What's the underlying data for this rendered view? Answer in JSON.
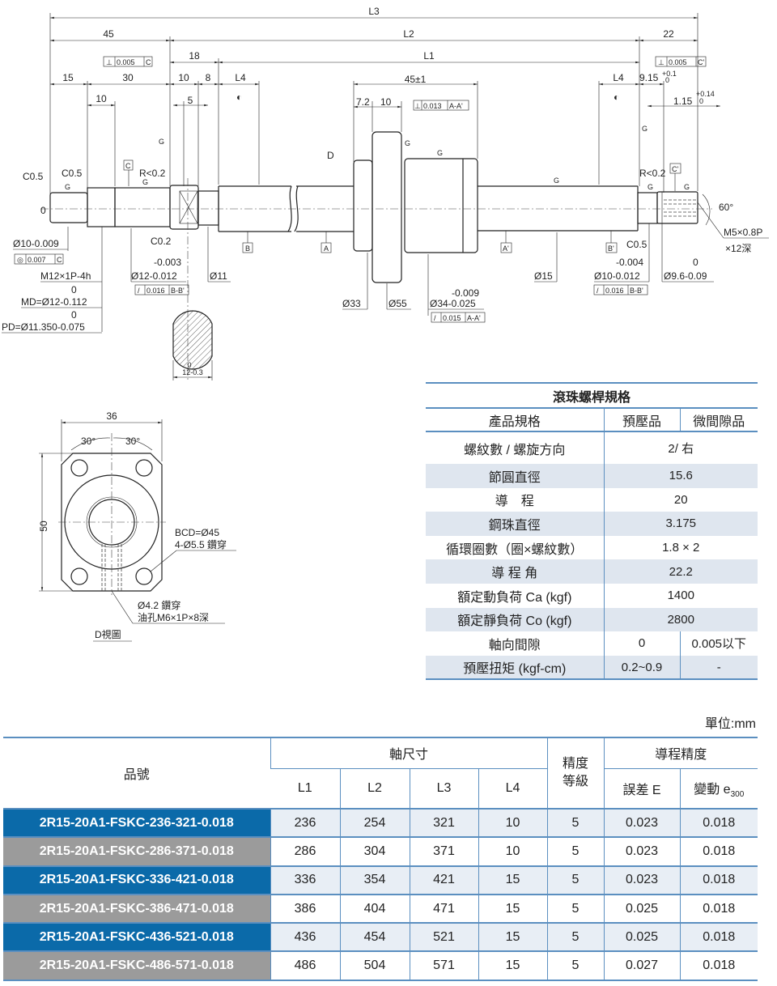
{
  "drawing": {
    "L3": "L3",
    "L2": "L2",
    "L1": "L1",
    "L4": "L4",
    "d45": "45",
    "d22": "22",
    "d18": "18",
    "d15": "15",
    "d30": "30",
    "d10": "10",
    "d8": "8",
    "d5": "5",
    "d915": "9.15",
    "tol_p01": "+0.1",
    "tol_0": "0",
    "d115": "1.15",
    "tol_p014": "+0.14",
    "d45pm": "45±1",
    "d72": "7.2",
    "gdt_0005": "0.005",
    "gdt_0013": "0.013",
    "gdt_0007": "0.007",
    "gdt_0016": "0.016",
    "gdt_0015": "0.015",
    "datum_C": "C",
    "datum_Cp": "C'",
    "datum_A": "A",
    "datum_Ap": "A'",
    "datum_B": "B",
    "datum_Bp": "B'",
    "datum_AA": "A-A'",
    "datum_BB": "B-B'",
    "view_D": "D",
    "finish_G": "G",
    "c05": "C0.5",
    "c02": "C0.2",
    "r02": "R<0.2",
    "angle60": "60°",
    "m5": "M5×0.8P",
    "depth12": "×12深",
    "d10_tol": "Ø10-0.009",
    "m12": "M12×1P-4h",
    "md": "MD=Ø12-0.112",
    "pd": "PD=Ø11.350-0.075",
    "tol_m0003": "-0.003",
    "d12_tol": "Ø12-0.012",
    "d11": "Ø11",
    "flat": "12-0.3",
    "d33": "Ø33",
    "d55": "Ø55",
    "tol_m0009": "-0.009",
    "d34_tol": "Ø34-0.025",
    "d15dia": "Ø15",
    "tol_m0004": "-0.004",
    "d10r_tol": "Ø10-0.012",
    "d96_tol": "Ø9.6-0.09",
    "dv36": "36",
    "dv30": "30°",
    "dv50": "50",
    "bcd": "BCD=Ø45",
    "holes": "4-Ø5.5 鑽穿",
    "oil1": "Ø4.2 鑽穿",
    "oil2": "油孔M6×1P×8深",
    "dview": "D視圖"
  },
  "spec_table": {
    "title": "滾珠螺桿規格",
    "header": [
      "產品規格",
      "預壓品",
      "微間隙品"
    ],
    "rows": [
      {
        "label": "螺紋數 / 螺旋方向",
        "value": "2/ 右"
      },
      {
        "label": "節圓直徑",
        "value": "15.6"
      },
      {
        "label": "導　程",
        "value": "20"
      },
      {
        "label": "鋼珠直徑",
        "value": "3.175"
      },
      {
        "label": "循環圈數（圈×螺紋數）",
        "value": "1.8 × 2"
      },
      {
        "label": "導 程 角",
        "value": "22.2"
      },
      {
        "label": "額定動負荷 Ca (kgf)",
        "value": "1400"
      },
      {
        "label": "額定靜負荷 Co (kgf)",
        "value": "2800"
      },
      {
        "label": "軸向間隙",
        "value_a": "0",
        "value_b": "0.005以下"
      },
      {
        "label": "預壓扭矩 (kgf-cm)",
        "value_a": "0.2~0.9",
        "value_b": "-"
      }
    ]
  },
  "unit": "單位:mm",
  "product_table": {
    "headers": {
      "part_no": "品號",
      "shaft": "軸尺寸",
      "grade": "精度等級",
      "lead_acc": "導程精度",
      "L1": "L1",
      "L2": "L2",
      "L3": "L3",
      "L4": "L4",
      "error": "誤差 E",
      "variation": "變動 e",
      "variation_sub": "300"
    },
    "rows": [
      {
        "pn": "2R15-20A1-FSKC-236-321-0.018",
        "L1": "236",
        "L2": "254",
        "L3": "321",
        "L4": "10",
        "grade": "5",
        "E": "0.023",
        "e300": "0.018"
      },
      {
        "pn": "2R15-20A1-FSKC-286-371-0.018",
        "L1": "286",
        "L2": "304",
        "L3": "371",
        "L4": "10",
        "grade": "5",
        "E": "0.023",
        "e300": "0.018"
      },
      {
        "pn": "2R15-20A1-FSKC-336-421-0.018",
        "L1": "336",
        "L2": "354",
        "L3": "421",
        "L4": "15",
        "grade": "5",
        "E": "0.023",
        "e300": "0.018"
      },
      {
        "pn": "2R15-20A1-FSKC-386-471-0.018",
        "L1": "386",
        "L2": "404",
        "L3": "471",
        "L4": "15",
        "grade": "5",
        "E": "0.025",
        "e300": "0.018"
      },
      {
        "pn": "2R15-20A1-FSKC-436-521-0.018",
        "L1": "436",
        "L2": "454",
        "L3": "521",
        "L4": "15",
        "grade": "5",
        "E": "0.025",
        "e300": "0.018"
      },
      {
        "pn": "2R15-20A1-FSKC-486-571-0.018",
        "L1": "486",
        "L2": "504",
        "L3": "571",
        "L4": "15",
        "grade": "5",
        "E": "0.027",
        "e300": "0.018"
      }
    ]
  },
  "colors": {
    "blue": "#0b6aa9",
    "gray": "#9b9b9b",
    "line": "#5b8fc0",
    "shade": "#dfe6ef"
  }
}
